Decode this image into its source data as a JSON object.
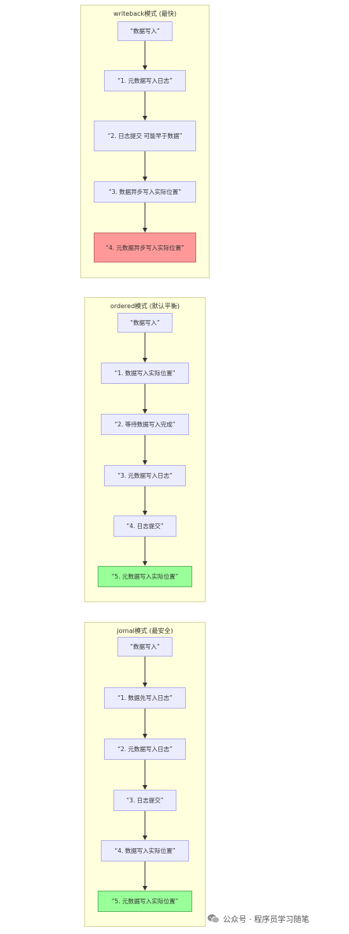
{
  "clusters": [
    {
      "title": "writeback模式 (最快)",
      "nodes": [
        "“数据写入”",
        "“1. 元数据写入日志”",
        "“2. 日志提交 可能早于数据”",
        "“3. 数据异步写入实际位置”",
        "“4. 元数据异步写入实际位置”"
      ]
    },
    {
      "title": "ordered模式 (默认平衡)",
      "nodes": [
        "“数据写入”",
        "“1. 数据写入实际位置”",
        "“2. 等待数据写入完成”",
        "“3. 元数据写入日志”",
        "“4. 日志提交”",
        "“5. 元数据写入实际位置”"
      ]
    },
    {
      "title": "jornal模式 (最安全)",
      "nodes": [
        "“数据写入”",
        "“1. 数据先写入日志”",
        "“2. 元数据写入日志”",
        "“3. 日志提交”",
        "“4. 数据写入实际位置”",
        "“5. 元数据写入实际位置”"
      ]
    }
  ],
  "colors": {
    "cluster_fill": "#ffffde",
    "node_fill": "#ececff",
    "highlight_red": "#ff9999",
    "highlight_green": "#99ff99"
  },
  "footer": {
    "text": "公众号 · 程序员学习随笔",
    "icon": "wechat-icon"
  }
}
